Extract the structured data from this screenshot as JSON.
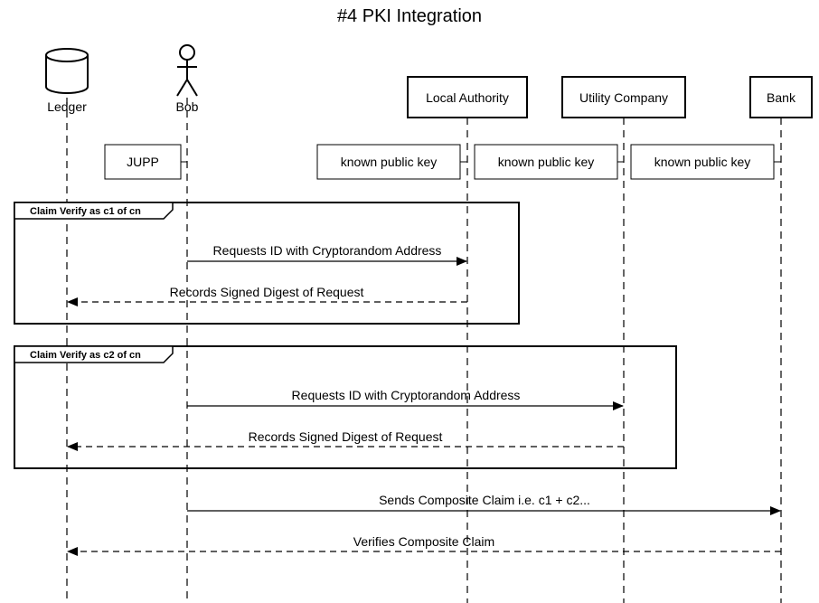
{
  "title": "#4 PKI Integration",
  "participants": {
    "ledger": "Ledger",
    "bob": "Bob",
    "local_authority": "Local Authority",
    "utility_company": "Utility Company",
    "bank": "Bank"
  },
  "notes": {
    "jupp": "JUPP",
    "la_key": "known public key",
    "uc_key": "known public key",
    "bank_key": "known public key"
  },
  "frames": {
    "c1": "Claim Verify as c1 of cn",
    "c2": "Claim Verify as c2 of cn"
  },
  "messages": {
    "c1_request": "Requests ID with Cryptorandom Address",
    "c1_record": "Records Signed Digest of Request",
    "c2_request": "Requests ID with Cryptorandom Address",
    "c2_record": "Records Signed Digest of Request",
    "composite_claim": "Sends Composite Claim i.e. c1 + c2...",
    "verify_claim": "Verifies Composite Claim"
  }
}
